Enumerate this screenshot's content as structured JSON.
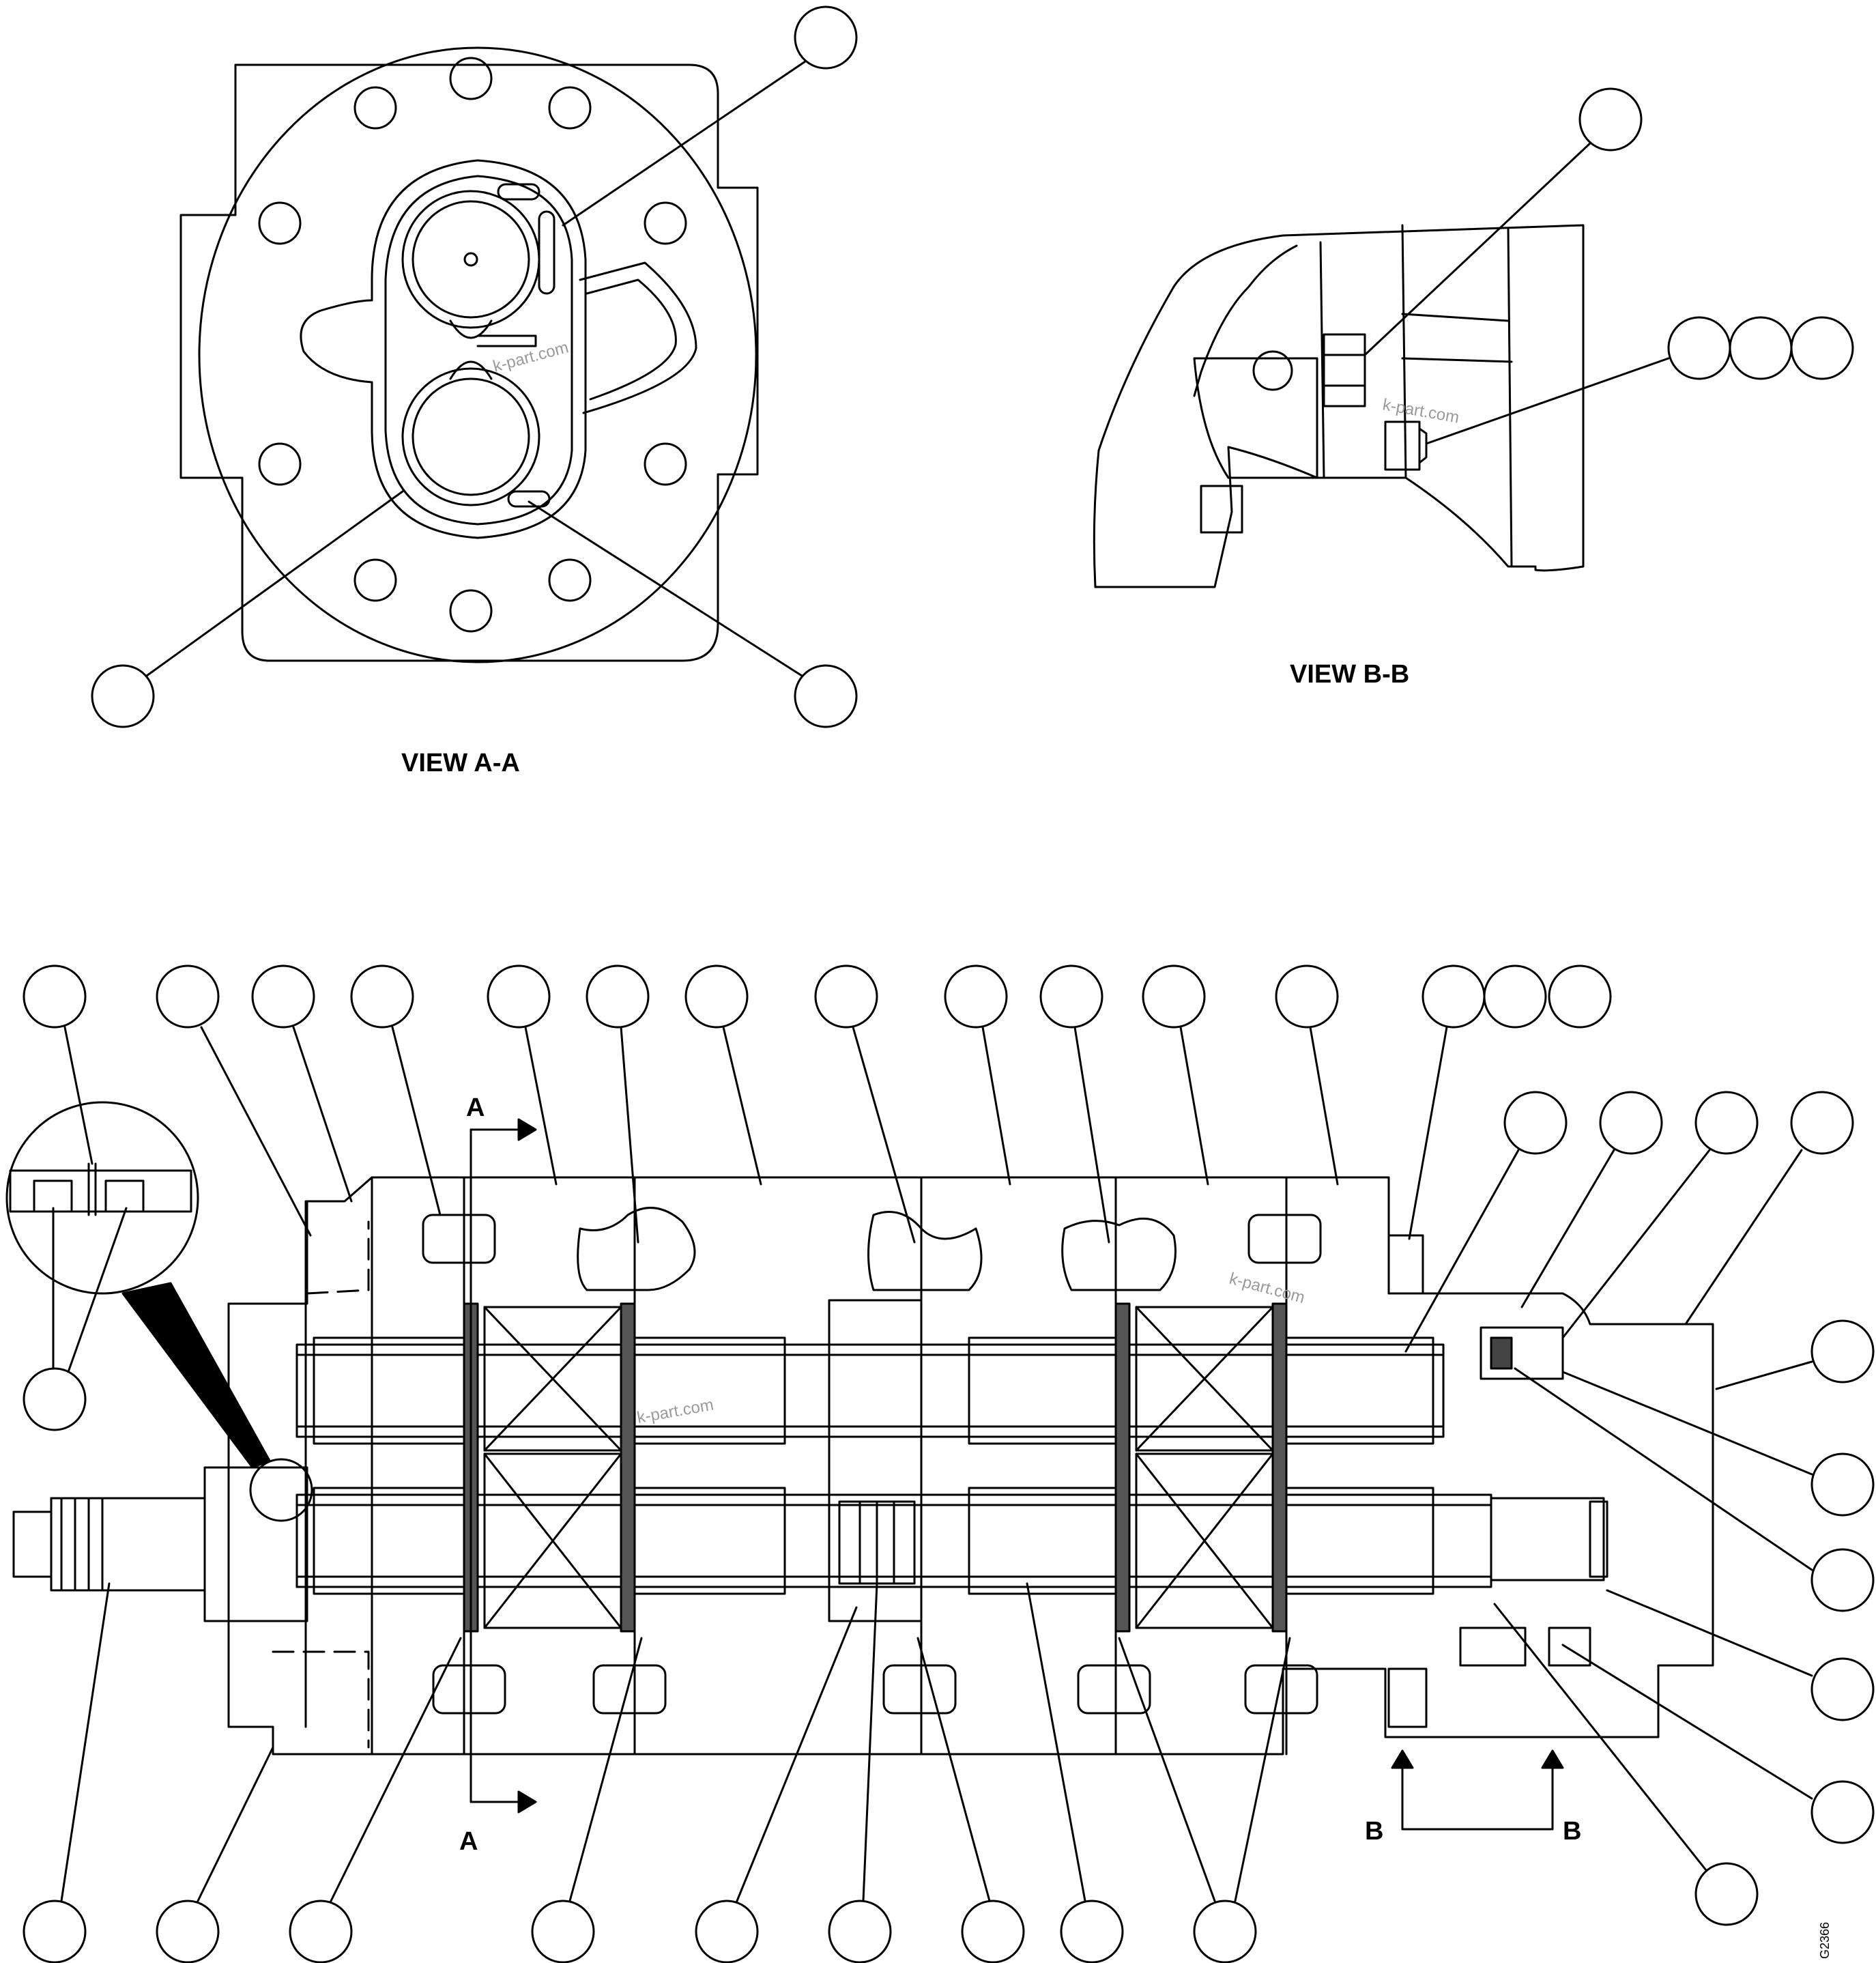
{
  "view_labels": {
    "view_a": "VIEW A-A",
    "view_b": "VIEW B-B"
  },
  "section_letters": {
    "a_top": "A",
    "a_bottom": "A",
    "b_left": "B",
    "b_right": "B"
  },
  "watermark": "k-part.com",
  "drawing_id": "G2366",
  "colors": {
    "line": "#000000",
    "background": "#ffffff",
    "watermark": "#9a9a9a"
  }
}
